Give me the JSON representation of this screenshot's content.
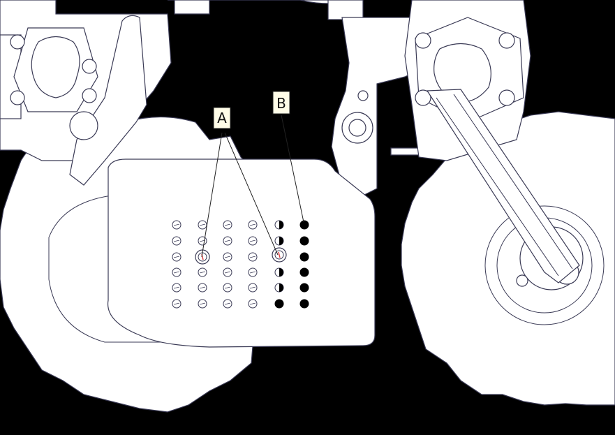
{
  "diagram": {
    "callouts": [
      {
        "id": "A",
        "label": "A"
      },
      {
        "id": "B",
        "label": "B"
      }
    ],
    "hole_grid": {
      "columns": 6,
      "rows": 6
    },
    "colors": {
      "background": "#000000",
      "part_fill": "#ffffff",
      "outline": "#3a3a55",
      "callout_fill": "#fffde8",
      "marker": "#e04040"
    }
  }
}
